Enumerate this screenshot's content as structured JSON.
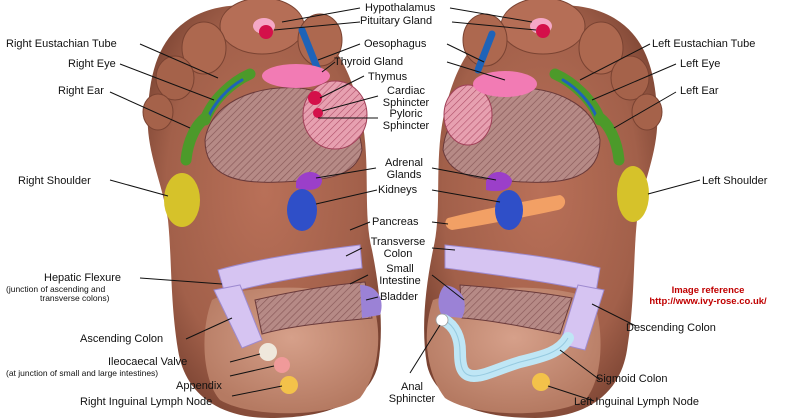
{
  "diagram": {
    "labels": {
      "hypothalamus": "Hypothalamus",
      "pituitary_gland": "Pituitary Gland",
      "right_eustachian_tube": "Right Eustachian Tube",
      "left_eustachian_tube": "Left Eustachian Tube",
      "oesophagus": "Oesophagus",
      "thyroid_gland": "Thyroid Gland",
      "thymus": "Thymus",
      "right_eye": "Right Eye",
      "left_eye": "Left Eye",
      "right_ear": "Right Ear",
      "left_ear": "Left Ear",
      "cardiac_sphincter_1": "Cardiac",
      "cardiac_sphincter_2": "Sphincter",
      "pyloric_sphincter_1": "Pyloric",
      "pyloric_sphincter_2": "Sphincter",
      "adrenal_glands_1": "Adrenal",
      "adrenal_glands_2": "Glands",
      "kidneys": "Kidneys",
      "right_shoulder": "Right Shoulder",
      "left_shoulder": "Left Shoulder",
      "pancreas": "Pancreas",
      "transverse_colon_1": "Transverse",
      "transverse_colon_2": "Colon",
      "small_intestine_1": "Small",
      "small_intestine_2": "Intestine",
      "bladder": "Bladder",
      "hepatic_flexure": "Hepatic Flexure",
      "hepatic_flexure_note_1": "(junction of ascending and",
      "hepatic_flexure_note_2": "transverse colons)",
      "ascending_colon": "Ascending Colon",
      "descending_colon": "Descending Colon",
      "ileocaecal_valve": "Ileocaecal Valve",
      "ileocaecal_note": "(at junction of small and large intestines)",
      "appendix": "Appendix",
      "sigmoid_colon": "Sigmoid Colon",
      "anal_sphincter_1": "Anal",
      "anal_sphincter_2": "Sphincter",
      "right_inguinal_lymph_node": "Right Inguinal Lymph Node",
      "left_inguinal_lymph_node": "Left Inguinal Lymph Node"
    },
    "image_reference": {
      "title": "Image reference",
      "url": "http://www.ivy-rose.co.uk/"
    },
    "colors": {
      "skin": "#a8664c",
      "skin_dark": "#7e4634",
      "heel": "#c98a70",
      "pink": "#f27bb4",
      "red": "#d4104a",
      "blue": "#1e63b8",
      "green": "#4c9a2a",
      "yellow": "#d6c22a",
      "purple": "#9b3fc9",
      "kidney_blue": "#2f4fc8",
      "orange": "#f2a065",
      "lavender": "#d6c4f2",
      "light_blue": "#bfe6f5",
      "lymph": "#f3c24a",
      "valve": "#efe8dc",
      "reference_red": "#c00000"
    }
  }
}
